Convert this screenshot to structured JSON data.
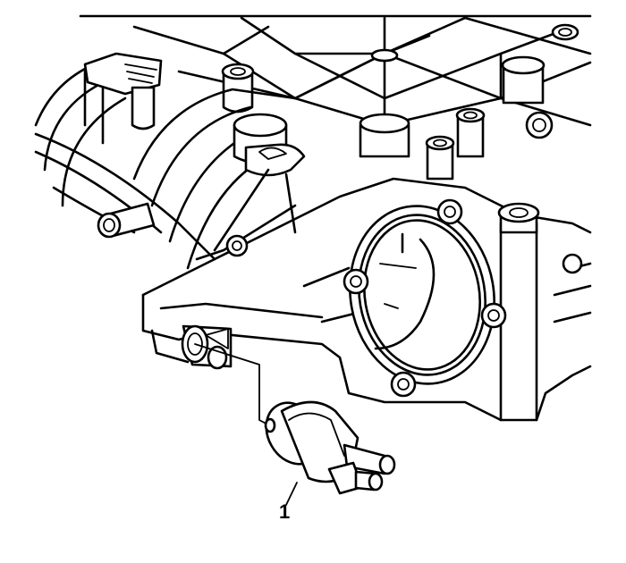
{
  "figure": {
    "type": "exploded service illustration",
    "subject": "intake manifold with throttle body bore and removed sensor",
    "line_color": "#000000",
    "background": "#ffffff"
  },
  "callouts": [
    {
      "number": "1",
      "target": "sensor"
    }
  ]
}
